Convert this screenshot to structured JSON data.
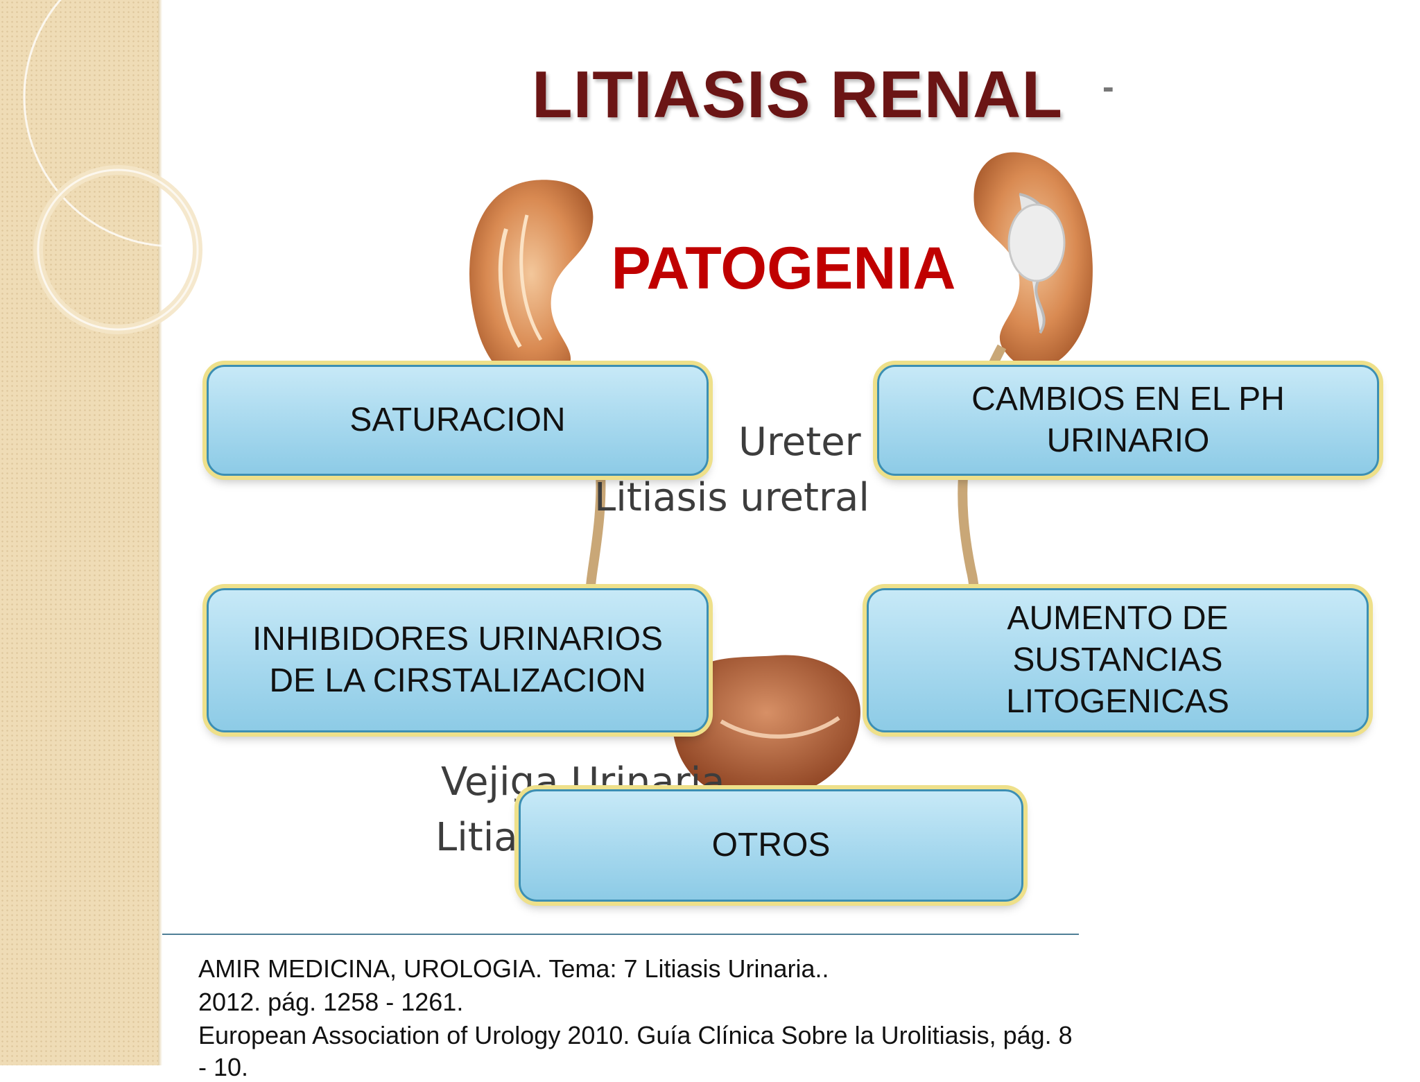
{
  "slide": {
    "title": "LITIASIS RENAL",
    "title_mark": "-",
    "subtitle": "PATOGENIA"
  },
  "illustration_labels": {
    "ureter": "Ureter",
    "ureter_stone": "Litiasis uretral",
    "bladder": "Vejiga Urinaria",
    "bladder_stone": "Litias"
  },
  "boxes": {
    "saturacion": "SATURACION",
    "cambios_ph_line1": "CAMBIOS EN EL PH",
    "cambios_ph_line2": "URINARIO",
    "inhibidores_line1": "INHIBIDORES URINARIOS",
    "inhibidores_line2": "DE LA CIRSTALIZACION",
    "aumento_line1": "AUMENTO DE",
    "aumento_line2": "SUSTANCIAS",
    "aumento_line3": "LITOGENICAS",
    "otros": "OTROS"
  },
  "references": [
    "AMIR MEDICINA, UROLOGIA. Tema: 7 Litiasis Urinaria..",
    " 2012. pág.  1258 - 1261.",
    "European Association of Urology 2010. Guía Clínica Sobre la Urolitiasis, pág. 8",
    " - 10."
  ],
  "colors": {
    "title": "#6b1515",
    "subtitle": "#c00000",
    "box_fill": "#a6d8ee",
    "box_border": "#3c8fb3",
    "box_glow": "#eee08a",
    "sidebar": "#efdcb6"
  }
}
